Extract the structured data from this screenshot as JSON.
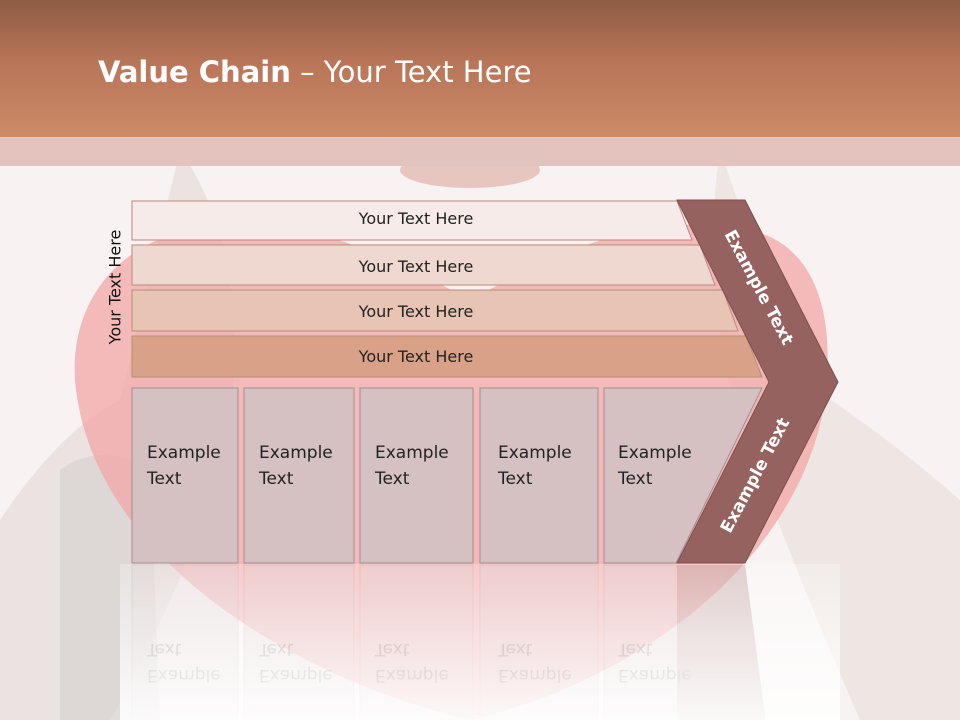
{
  "slide": {
    "title_bold": "Value Chain",
    "title_rest": " – Your Text Here",
    "vertical_label": "Your Text Here",
    "bars": [
      {
        "label": "Your Text Here",
        "fill": "#f6ebe8"
      },
      {
        "label": "Your Text Here",
        "fill": "#eed8cf"
      },
      {
        "label": "Your Text Here",
        "fill": "#e7c4b3"
      },
      {
        "label": "Your Text Here",
        "fill": "#d9a288"
      }
    ],
    "columns": [
      {
        "line1": "Example",
        "line2": "Text"
      },
      {
        "line1": "Example",
        "line2": "Text"
      },
      {
        "line1": "Example",
        "line2": "Text"
      },
      {
        "line1": "Example",
        "line2": "Text"
      },
      {
        "line1": "Example",
        "line2": "Text"
      }
    ],
    "chevron": {
      "upper_label": "Example Text",
      "lower_label": "Example Text",
      "fill": "#95625f"
    },
    "colors": {
      "header_top": "#8e5c44",
      "header_bottom": "#cc8a67",
      "column_fill": "#d5c1c2",
      "heart_fill": "#f3a6a6"
    }
  }
}
